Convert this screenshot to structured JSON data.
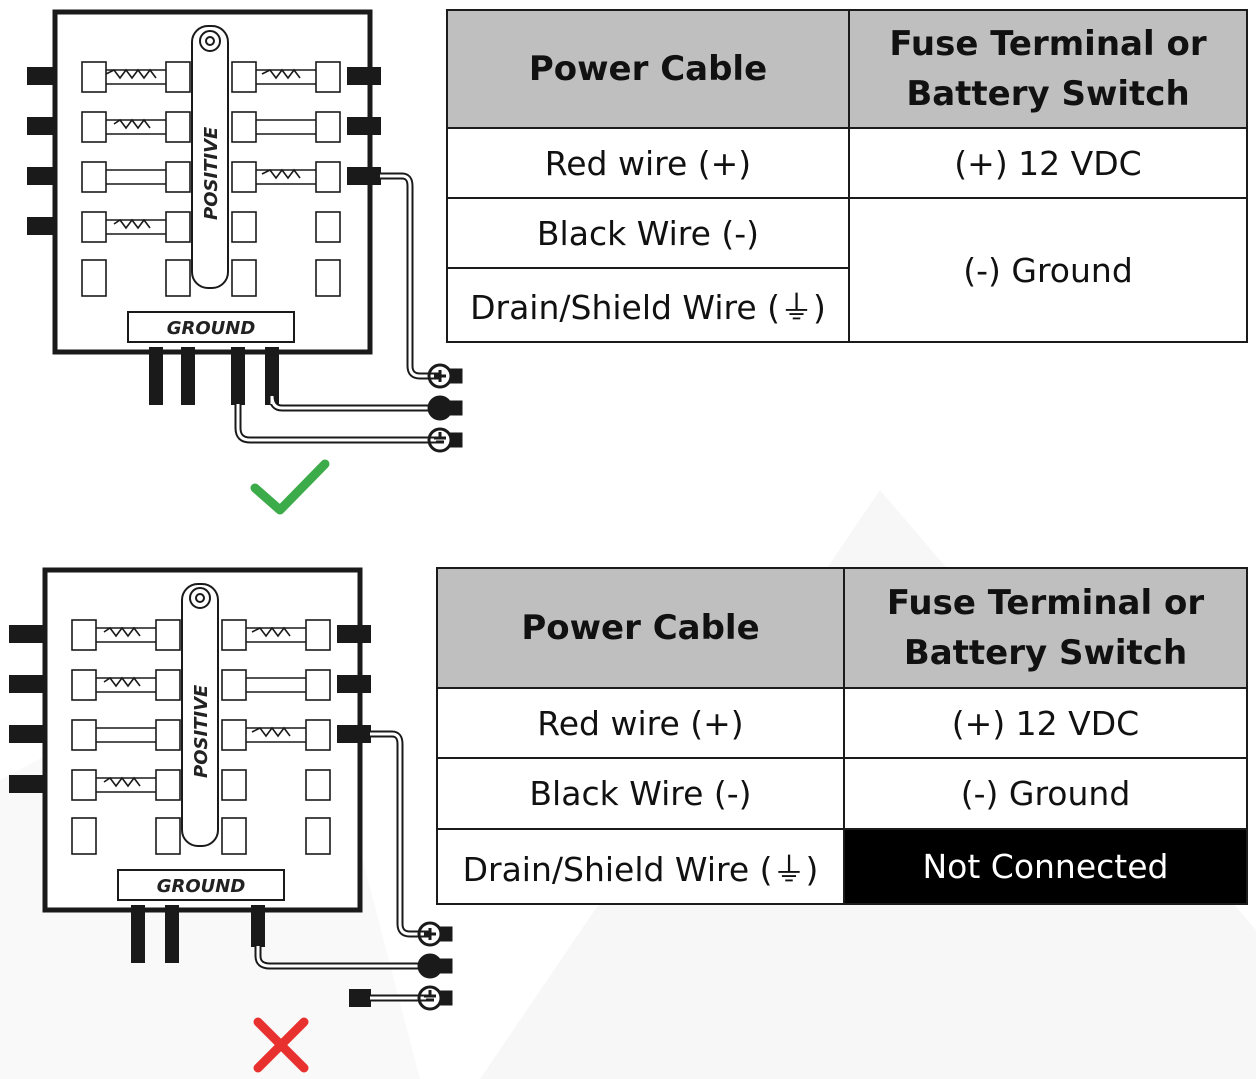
{
  "diagram_1": {
    "block_positive_label": "POSITIVE",
    "block_ground_label": "GROUND"
  },
  "diagram_2": {
    "block_positive_label": "POSITIVE",
    "block_ground_label": "GROUND"
  },
  "table_1": {
    "header": [
      "Power Cable",
      "Fuse Terminal or Battery Switch"
    ],
    "rows": [
      [
        "Red wire (+)",
        "(+) 12 VDC"
      ],
      [
        "Black Wire (-)",
        "(-) Ground"
      ],
      [
        "Drain/Shield Wire (⏚)",
        ""
      ]
    ]
  },
  "table_2": {
    "header": [
      "Power Cable",
      "Fuse Terminal or Battery Switch"
    ],
    "rows": [
      [
        "Red wire (+)",
        "(+) 12 VDC"
      ],
      [
        "Black Wire (-)",
        "(-) Ground"
      ],
      [
        "Drain/Shield Wire (⏚)",
        "Not Connected"
      ]
    ]
  },
  "colors": {
    "check_mark": "#3cab4a",
    "cross_mark": "#e8312f",
    "header_fill": "#bfbfbf",
    "not_connected_fill": "#000000"
  },
  "icons": [
    "check-mark-icon",
    "cross-mark-icon",
    "positive-terminal-icon",
    "negative-terminal-icon",
    "ground-terminal-icon"
  ]
}
